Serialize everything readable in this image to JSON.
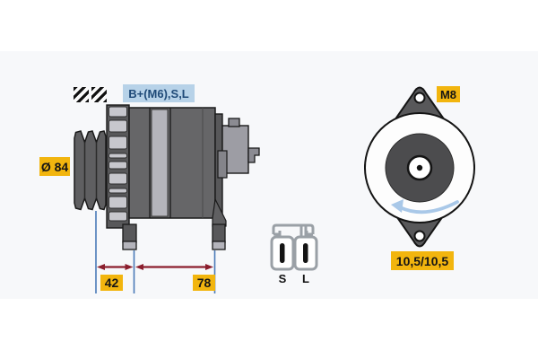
{
  "canvas": {
    "background": "#ffffff",
    "band_color": "#f7f8fa"
  },
  "side_view": {
    "terminal_label": "B+(M6),S,L",
    "pulley_diameter": "Ø 84",
    "dim_front": "42",
    "dim_rear": "78"
  },
  "connector": {
    "pin_left": "S",
    "pin_right": "L"
  },
  "rear_view": {
    "thread": "M8",
    "mounting_holes": "10,5/10,5"
  },
  "colors": {
    "label_yellow_bg": "#f2b50e",
    "label_blue_bg": "#b7d2e8",
    "label_blue_text": "#1f4a78",
    "dimension_line_blue": "#4a7ab8",
    "dimension_arrow_red": "#8b1e2d",
    "body_gray": "#666668",
    "body_light_gray": "#b4b4bb",
    "rotation_arrow_blue": "#a9c8e8"
  }
}
